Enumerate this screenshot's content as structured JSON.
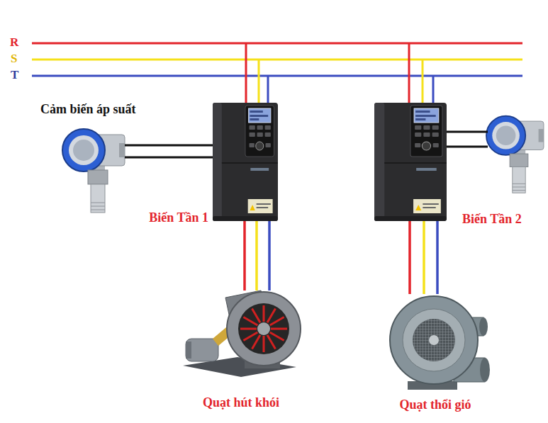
{
  "diagram": {
    "nodes": [
      {
        "text": [
          "Cảm biến áp suất"
        ]
      },
      {
        "text": [
          "Biến Tần 1"
        ]
      },
      {
        "text": [
          "Biến Tần 2"
        ]
      },
      {
        "text": [
          "Quạt hút khói"
        ]
      },
      {
        "text": [
          "Quạt thổi gió"
        ]
      }
    ],
    "edges": [
      {
        "from": 0,
        "to": 1,
        "arrow": "none"
      },
      {
        "from": 1,
        "to": 3,
        "arrow": "none"
      },
      {
        "from": 2,
        "to": 4,
        "arrow": "none"
      }
    ],
    "labels": [
      "R",
      "S",
      "T"
    ]
  }
}
